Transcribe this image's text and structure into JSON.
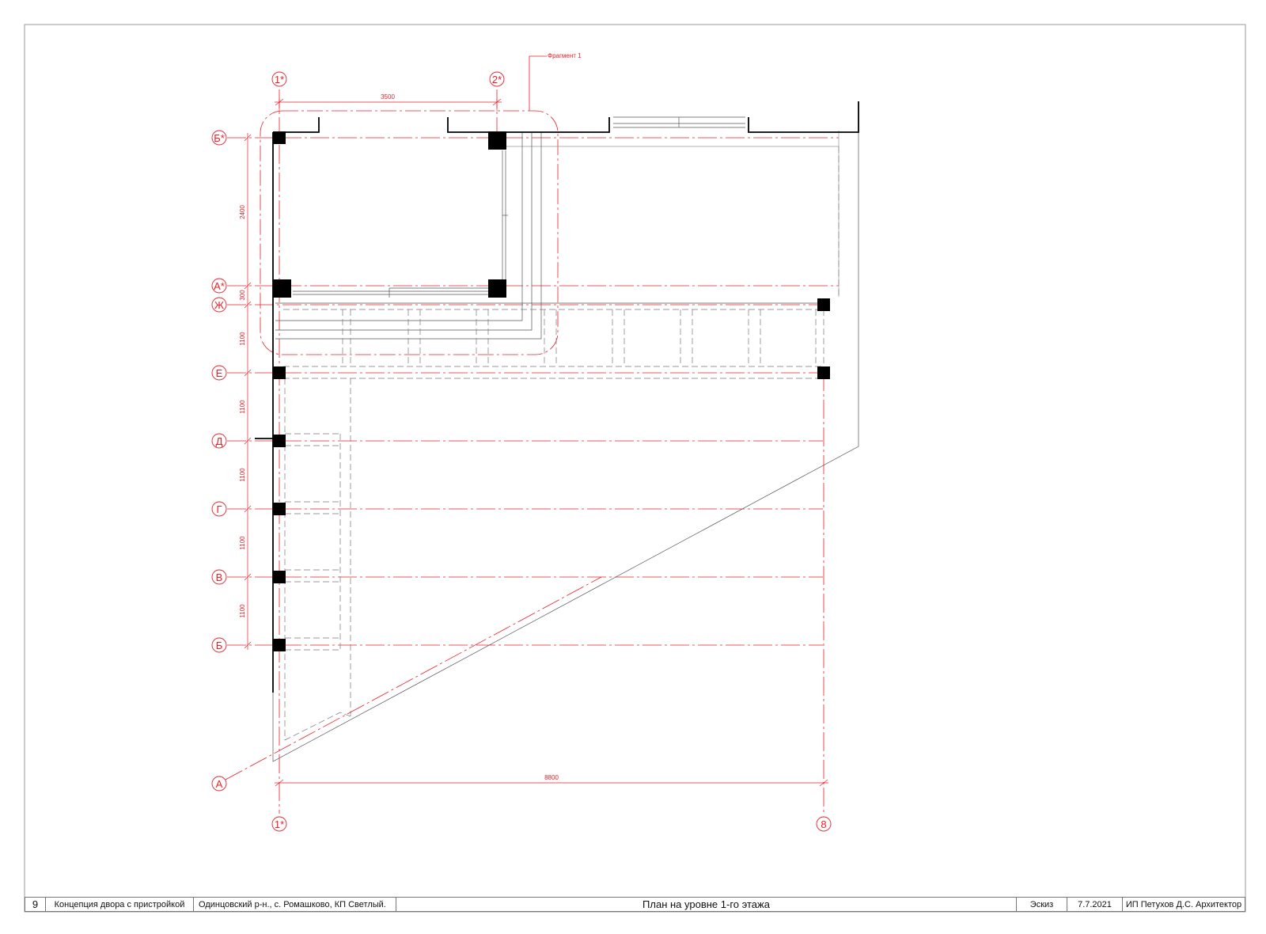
{
  "colors": {
    "axis": "#e8202a",
    "ink": "#000000",
    "hidden": "#777777",
    "frame": "#888888"
  },
  "drawing": {
    "fragment_label": "Фрагмент 1",
    "axes_vertical": [
      {
        "id": "col-1s-top",
        "label": "1*"
      },
      {
        "id": "col-2s",
        "label": "2*"
      },
      {
        "id": "col-1s-bottom",
        "label": "1*"
      },
      {
        "id": "col-8",
        "label": "8"
      }
    ],
    "axes_horizontal": [
      {
        "id": "row-b-star",
        "label": "Б*"
      },
      {
        "id": "row-a-star",
        "label": "А*"
      },
      {
        "id": "row-zh",
        "label": "Ж"
      },
      {
        "id": "row-e",
        "label": "Е"
      },
      {
        "id": "row-d",
        "label": "Д"
      },
      {
        "id": "row-g",
        "label": "Г"
      },
      {
        "id": "row-v",
        "label": "В"
      },
      {
        "id": "row-b",
        "label": "Б"
      },
      {
        "id": "row-a",
        "label": "А"
      }
    ],
    "dimensions": {
      "top_span": "3500",
      "bottom_span": "8800",
      "left_chain": [
        "2400",
        "300",
        "1100",
        "1100",
        "1100",
        "1100",
        "1100"
      ]
    }
  },
  "title_block": {
    "sheet_number": "9",
    "project": "Концепция двора с пристройкой",
    "address": "Одинцовский р-н., с. Ромашково, КП Светлый.",
    "sheet_title": "План на уровне 1-го этажа",
    "stage": "Эскиз",
    "date": "7.7.2021",
    "author": "ИП Петухов Д.С. Архитектор"
  }
}
